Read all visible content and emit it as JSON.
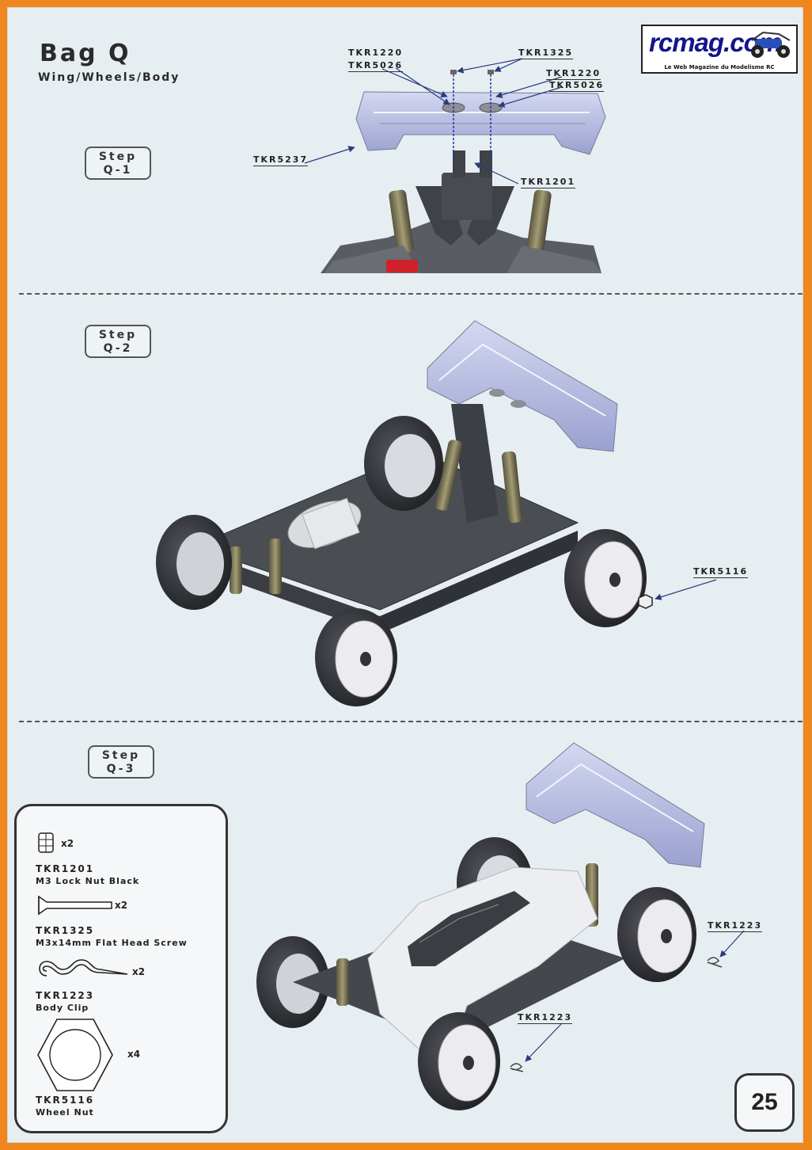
{
  "header": {
    "title": "Bag Q",
    "subtitle": "Wing/Wheels/Body"
  },
  "logo": {
    "brand": "rcmag.com",
    "tagline": "Le Web Magazine du Modelisme RC"
  },
  "steps": [
    {
      "label": "Step",
      "number": "Q-1"
    },
    {
      "label": "Step",
      "number": "Q-2"
    },
    {
      "label": "Step",
      "number": "Q-3"
    }
  ],
  "callouts": {
    "q1_tkr1220_left": "TKR1220",
    "q1_tkr5026_left": "TKR5026",
    "q1_tkr1325": "TKR1325",
    "q1_tkr1220_right": "TKR1220",
    "q1_tkr5026_right": "TKR5026",
    "q1_tkr5237": "TKR5237",
    "q1_tkr1201": "TKR1201",
    "q2_tkr5116": "TKR5116",
    "q3_tkr1223_right": "TKR1223",
    "q3_tkr1223_front": "TKR1223"
  },
  "parts": [
    {
      "code": "TKR1201",
      "name": "M3 Lock Nut Black",
      "qty": "x2",
      "icon": "lock-nut-icon"
    },
    {
      "code": "TKR1325",
      "name": "M3x14mm Flat Head Screw",
      "qty": "x2",
      "icon": "flat-head-screw-icon"
    },
    {
      "code": "TKR1223",
      "name": "Body Clip",
      "qty": "x2",
      "icon": "body-clip-icon"
    },
    {
      "code": "TKR5116",
      "name": "Wheel Nut",
      "qty": "x4",
      "icon": "wheel-nut-icon"
    }
  ],
  "page_number": "25",
  "colors": {
    "border": "#f0871e",
    "background": "#e7eef2",
    "wing": "#b9bfe3",
    "chassis": "#4a4d52",
    "tire": "#2b2c30",
    "rim": "#ececf0",
    "accent_red": "#d0202a",
    "logo_text": "#14148c"
  }
}
